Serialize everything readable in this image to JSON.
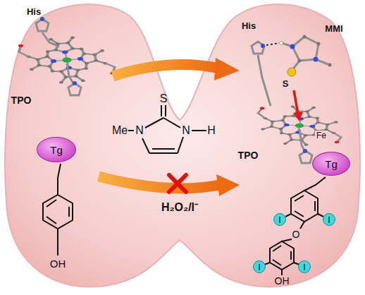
{
  "diagram": {
    "nodes": [
      {
        "text": [
          "Tg"
        ]
      },
      {
        "text": [
          "Tg"
        ]
      }
    ],
    "labels": [
      "His",
      "TPO",
      "His",
      "MMI",
      "S",
      "Fe",
      "TPO",
      "Me",
      "N",
      "N",
      "H",
      "S",
      "OH",
      "H₂O₂/I⁻",
      "I",
      "I",
      "O",
      "I",
      "I",
      "OH"
    ]
  }
}
